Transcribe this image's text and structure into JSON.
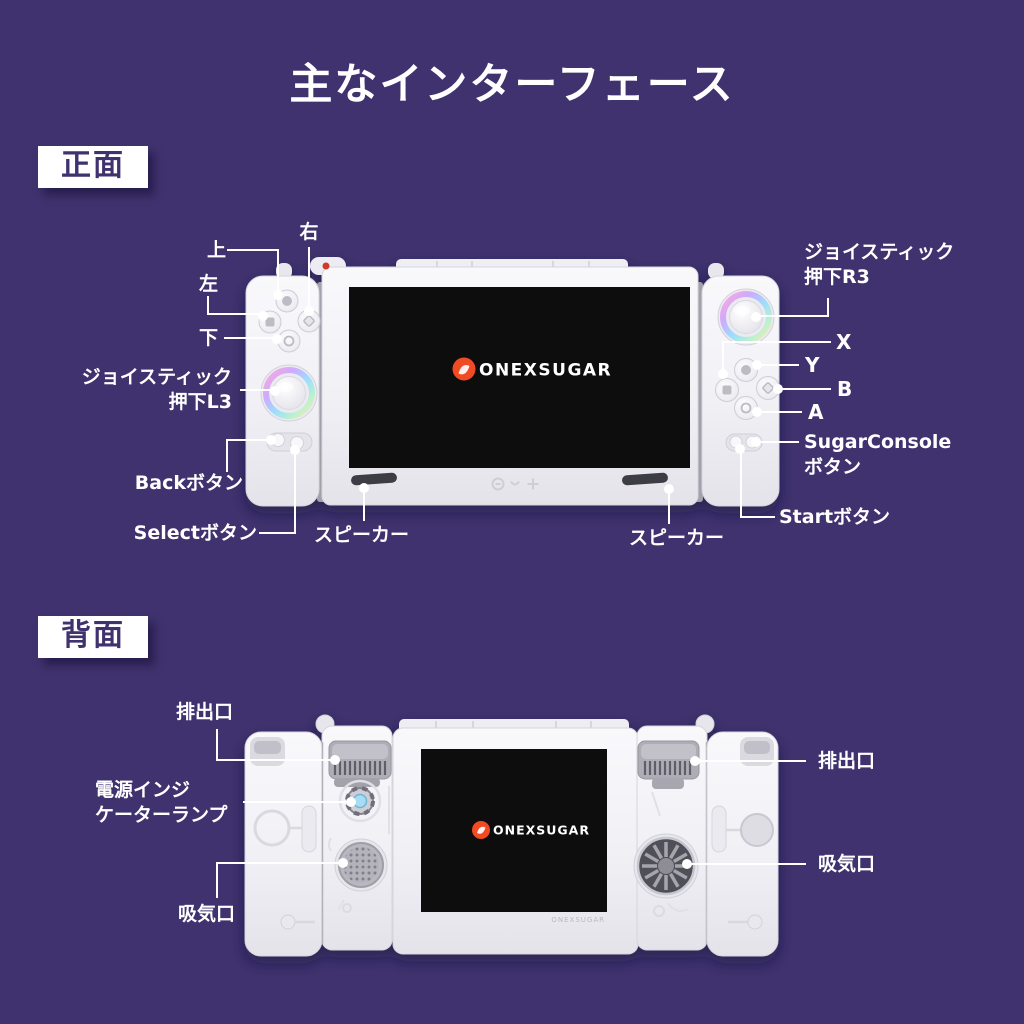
{
  "title": "主なインターフェース",
  "colors": {
    "background": "#3f326e",
    "heading_text": "#3f326e",
    "callout_white": "#ffffff",
    "logo_orange": "#f04c23",
    "power_led_blue": "#a7ddf2",
    "top_indicator_red": "#cf3a28",
    "screen_black": "#08070a"
  },
  "front": {
    "heading": "正面",
    "screen_logo": "ONEXSUGAR",
    "labels": {
      "up": "上",
      "right": "右",
      "left": "左",
      "down": "下",
      "joystick_l3": [
        "ジョイスティック",
        "押下L3"
      ],
      "back_button": "Backボタン",
      "select_button": "Selectボタン",
      "speaker_left": "スピーカー",
      "speaker_right": "スピーカー",
      "joystick_r3": [
        "ジョイスティック",
        "押下R3"
      ],
      "x": "X",
      "y": "Y",
      "b": "B",
      "a": "A",
      "sugarconsole_button": [
        "SugarConsole",
        "ボタン"
      ],
      "start_button": "Startボタン"
    }
  },
  "back": {
    "heading": "背面",
    "screen_logo": "ONEXSUGAR",
    "bezel_text": "ONEXSUGAR",
    "labels": {
      "exhaust_left": "排出口",
      "power_indicator": [
        "電源インジ",
        "ケーターランプ"
      ],
      "intake_left": "吸気口",
      "exhaust_right": "排出口",
      "intake_right": "吸気口"
    }
  }
}
